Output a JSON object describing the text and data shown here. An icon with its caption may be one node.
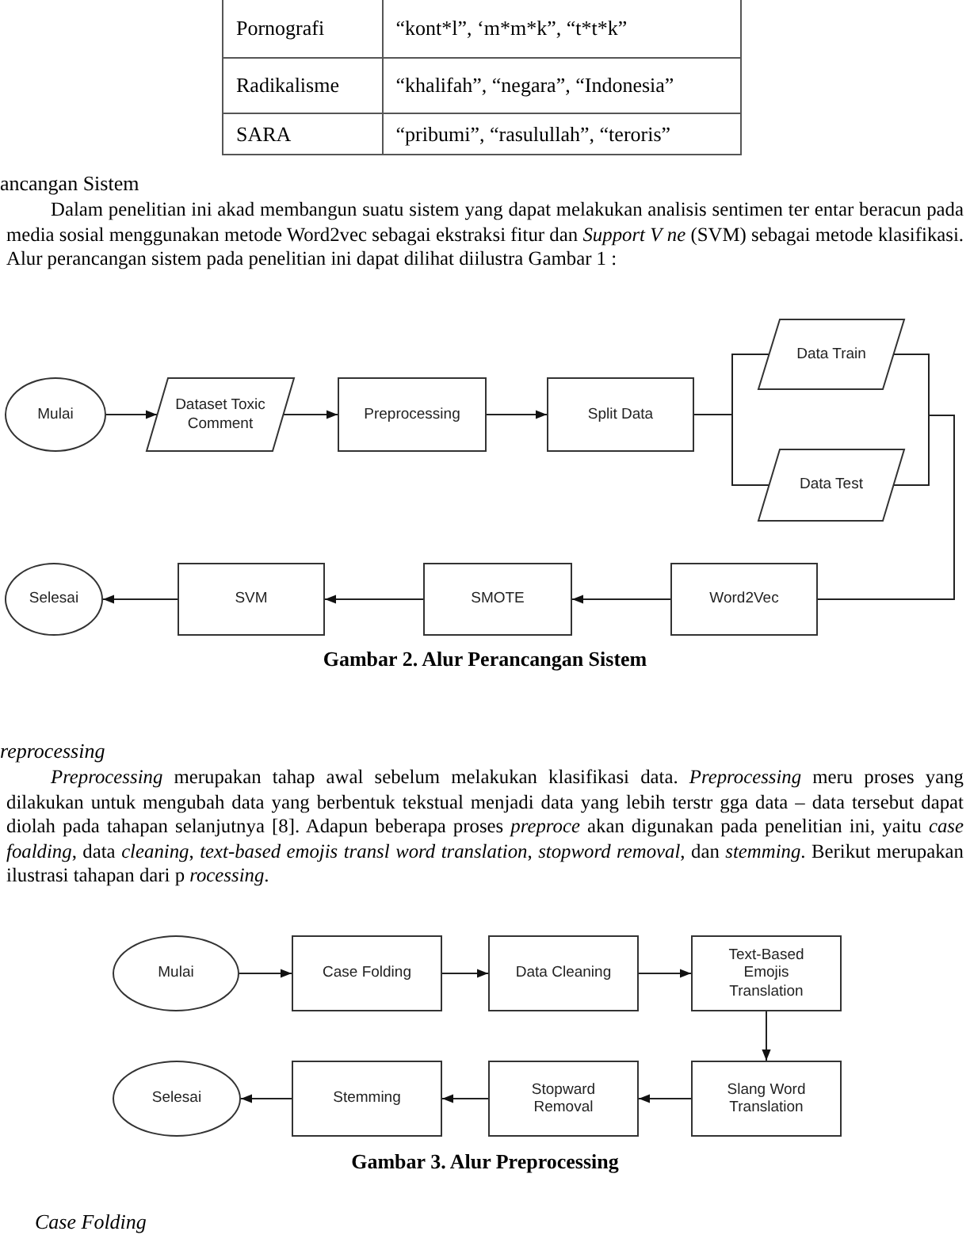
{
  "diagram": {
    "nodes": [
      {
        "text": [
          "Mulai"
        ]
      },
      {
        "text": [
          "Dataset Toxic Comment"
        ]
      },
      {
        "text": [
          "Preprocessing"
        ]
      },
      {
        "text": [
          "Split Data"
        ]
      },
      {
        "text": [
          "Data Train"
        ]
      },
      {
        "text": [
          "Data Test"
        ]
      },
      {
        "text": [
          "Selesai"
        ]
      },
      {
        "text": [
          "SVM"
        ]
      },
      {
        "text": [
          "SMOTE"
        ]
      },
      {
        "text": [
          "Word2Vec"
        ]
      },
      {
        "text": [
          "Mulai"
        ]
      },
      {
        "text": [
          "Case Folding"
        ]
      },
      {
        "text": [
          "Data Cleaning"
        ]
      },
      {
        "text": [
          "Text-Based Emojis Translation"
        ]
      },
      {
        "text": [
          "Selesai"
        ]
      },
      {
        "text": [
          "Stemming"
        ]
      },
      {
        "text": [
          "Stopward Removal"
        ]
      },
      {
        "text": [
          "Slang Word Translation"
        ]
      }
    ],
    "edges": [
      {
        "from": 0,
        "to": 1,
        "arrow": "to"
      },
      {
        "from": 1,
        "to": 2,
        "arrow": "to"
      },
      {
        "from": 2,
        "to": 3,
        "arrow": "to"
      },
      {
        "from": 3,
        "to": 4,
        "arrow": "none"
      },
      {
        "from": 3,
        "to": 5,
        "arrow": "none"
      },
      {
        "from": 4,
        "to": 9,
        "arrow": "none"
      },
      {
        "from": 5,
        "to": 9,
        "arrow": "none"
      },
      {
        "from": 9,
        "to": 8,
        "arrow": "to"
      },
      {
        "from": 8,
        "to": 7,
        "arrow": "to"
      },
      {
        "from": 7,
        "to": 6,
        "arrow": "to"
      },
      {
        "from": 10,
        "to": 11,
        "arrow": "to"
      },
      {
        "from": 11,
        "to": 12,
        "arrow": "to"
      },
      {
        "from": 12,
        "to": 13,
        "arrow": "to"
      },
      {
        "from": 13,
        "to": 17,
        "arrow": "to"
      },
      {
        "from": 17,
        "to": 16,
        "arrow": "to"
      },
      {
        "from": 16,
        "to": 15,
        "arrow": "to"
      },
      {
        "from": 15,
        "to": 14,
        "arrow": "to"
      }
    ],
    "labels": [
      "Pornografi",
      "“kont*l”, ‘m*m*k”, “t*t*k”",
      "Radikalisme",
      "“khalifah”, “negara”, “Indonesia”",
      "SARA",
      "“pribumi”, “rasulullah”, “teroris”",
      "ancangan Sistem",
      "Dalam penelitian ini akad membangun suatu sistem yang dapat melakukan analisis sentimen ter entar beracun pada media sosial menggunakan metode Word2vec sebagai ekstraksi fitur dan *Support V* *ne* (SVM) sebagai metode klasifikasi. Alur perancangan sistem pada penelitian ini dapat dilihat diilustra Gambar 1 :",
      "Gambar 2. Alur Perancangan Sistem",
      "reprocessing",
      "*Preprocessing* merupakan tahap awal sebelum melakukan klasifikasi data. *Preprocessing* meru proses yang dilakukan untuk mengubah data yang berbentuk tekstual menjadi data yang lebih terstr gga data – data tersebut dapat diolah pada tahapan selanjutnya [8]. Adapun beberapa proses *preproce* akan digunakan pada penelitian ini, yaitu *case foalding*, data *cleaning*, *text-based emojis transl* *word translation*, *stopword removal*, dan *stemming*. Berikut merupakan ilustrasi tahapan dari p *rocessing*.",
      "Gambar 3. Alur Preprocessing",
      "Case Folding"
    ]
  }
}
